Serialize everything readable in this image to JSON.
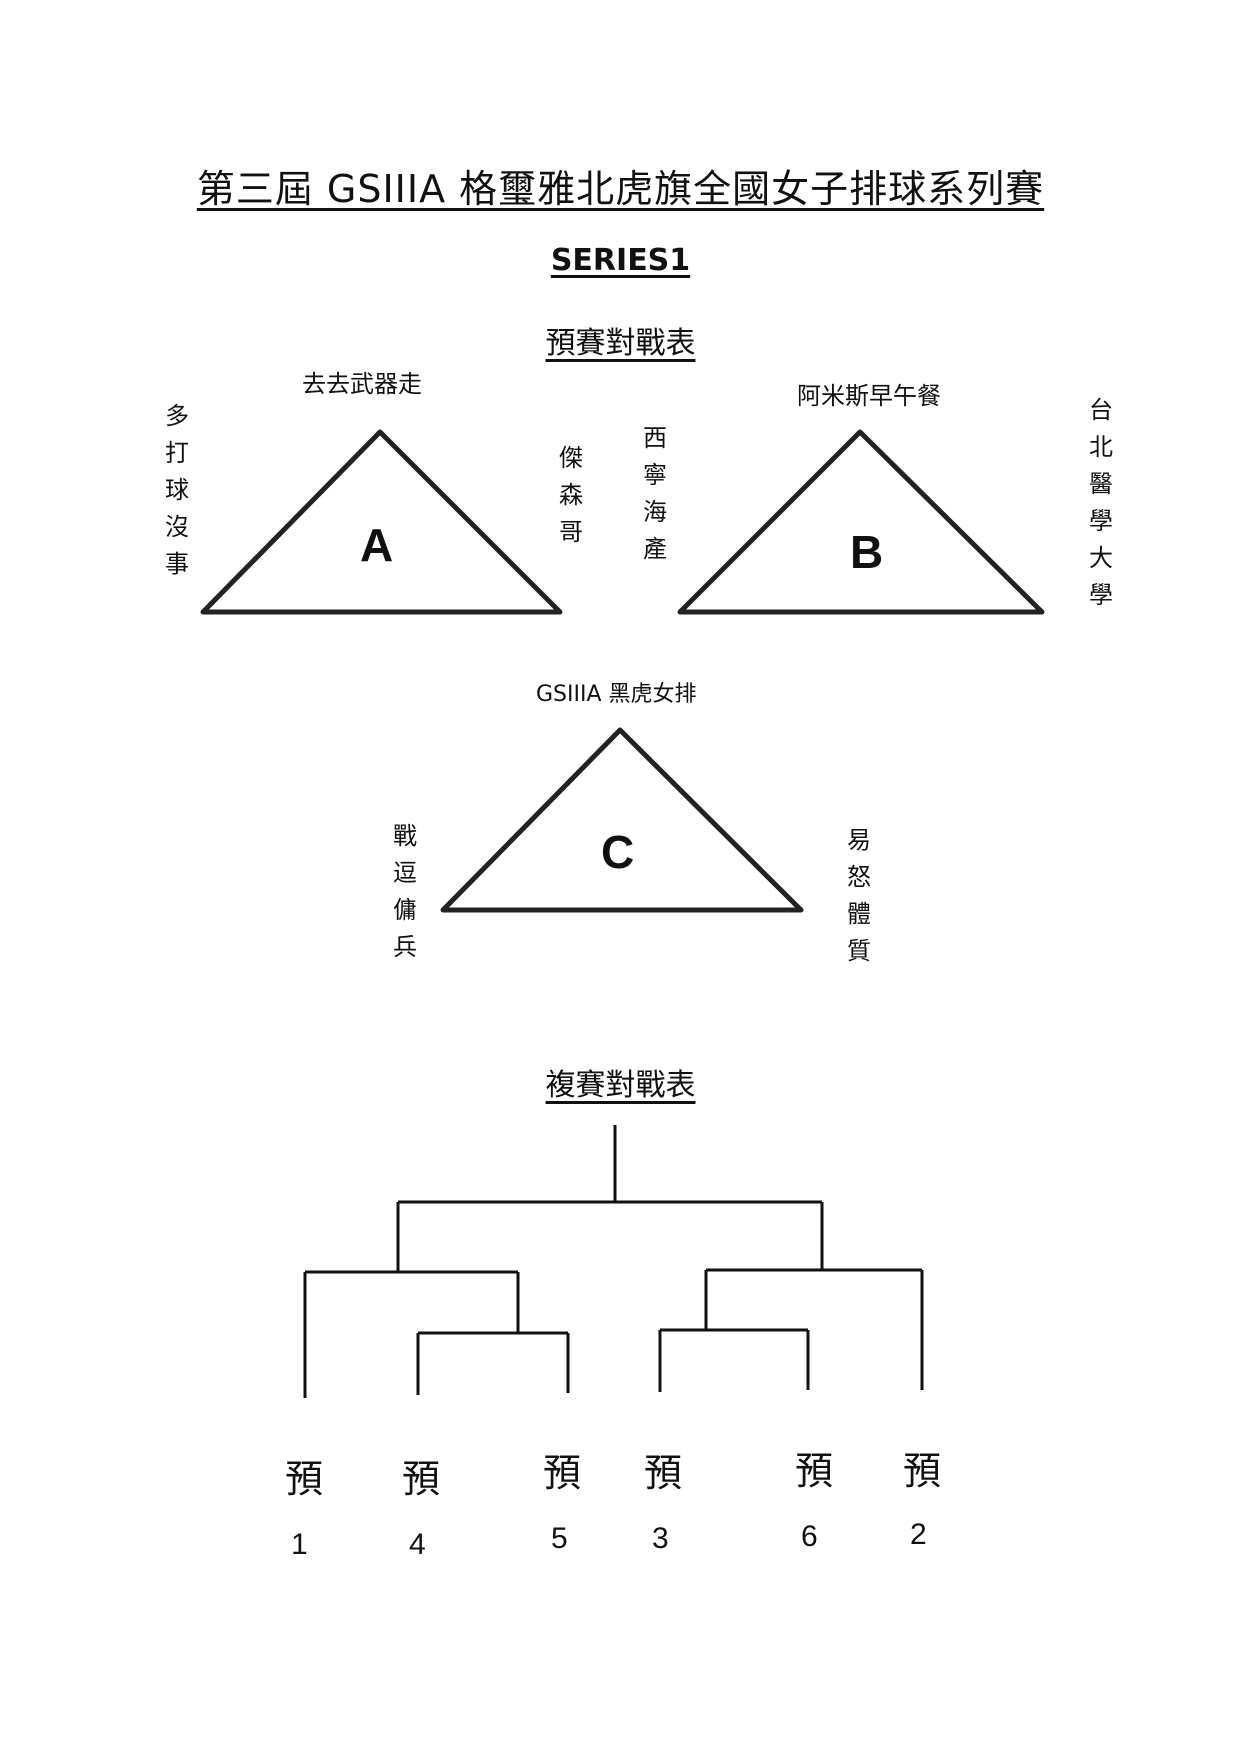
{
  "title": "第三屆 GSIIIA 格璽雅北虎旗全國女子排球系列賽",
  "series": "SERIES1",
  "prelim_heading": "預賽對戰表",
  "groups": [
    {
      "letter": "A",
      "top": "去去武器走",
      "left": "多打球沒事",
      "right": "傑森哥"
    },
    {
      "letter": "B",
      "top": "阿米斯早午餐",
      "left": "西寧海產",
      "right": "台北醫學大學"
    },
    {
      "letter": "C",
      "top": "GSIIIA 黑虎女排",
      "left": "戰逗傭兵",
      "right": "易怒體質"
    }
  ],
  "knockout_heading": "複賽對戰表",
  "bracket_slots": [
    {
      "label": "預",
      "number": "1"
    },
    {
      "label": "預",
      "number": "4"
    },
    {
      "label": "預",
      "number": "5"
    },
    {
      "label": "預",
      "number": "3"
    },
    {
      "label": "預",
      "number": "6"
    },
    {
      "label": "預",
      "number": "2"
    }
  ]
}
